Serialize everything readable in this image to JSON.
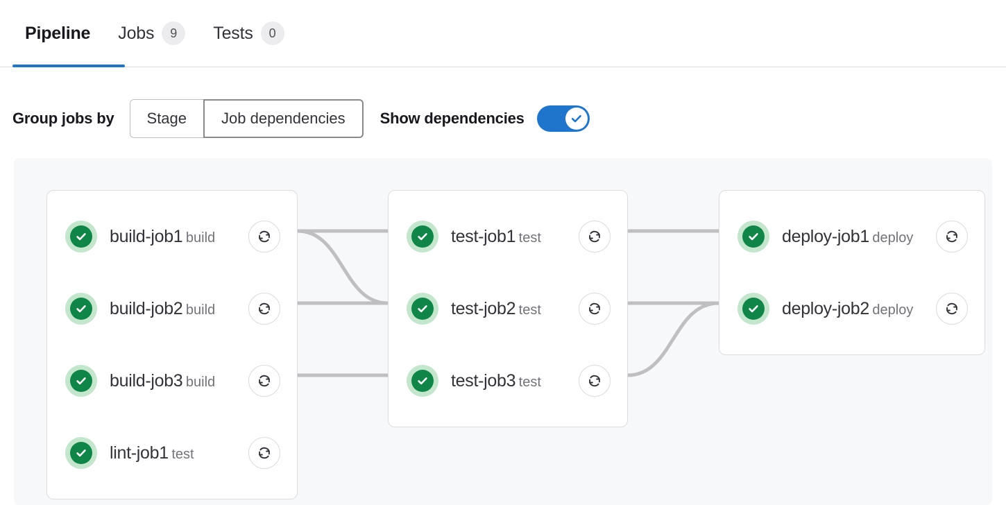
{
  "tabs": [
    {
      "label": "Pipeline",
      "badge": null,
      "active": true,
      "name": "tab-pipeline"
    },
    {
      "label": "Jobs",
      "badge": "9",
      "active": false,
      "name": "tab-jobs"
    },
    {
      "label": "Tests",
      "badge": "0",
      "active": false,
      "name": "tab-tests"
    }
  ],
  "controls": {
    "group_jobs_by_label": "Group jobs by",
    "segmented": [
      {
        "label": "Stage",
        "selected": false
      },
      {
        "label": "Job dependencies",
        "selected": true
      }
    ],
    "show_dependencies_label": "Show dependencies",
    "show_dependencies_on": true
  },
  "colors": {
    "accent": "#1f75cb",
    "success": "#108548",
    "success_light": "#c3e6cd",
    "canvas": "#f7f8fa",
    "edge": "#bfbfc3",
    "border": "#dcdcde"
  },
  "icons": {
    "retry": "retry-icon",
    "status_success": "status-success-icon",
    "toggle_check": "check-icon"
  },
  "columns": [
    {
      "name": "build-column",
      "jobs": [
        {
          "name": "build-job1",
          "stage": "build",
          "status": "success"
        },
        {
          "name": "build-job2",
          "stage": "build",
          "status": "success"
        },
        {
          "name": "build-job3",
          "stage": "build",
          "status": "success"
        },
        {
          "name": "lint-job1",
          "stage": "test",
          "status": "success"
        }
      ]
    },
    {
      "name": "test-column",
      "jobs": [
        {
          "name": "test-job1",
          "stage": "test",
          "status": "success"
        },
        {
          "name": "test-job2",
          "stage": "test",
          "status": "success"
        },
        {
          "name": "test-job3",
          "stage": "test",
          "status": "success"
        }
      ]
    },
    {
      "name": "deploy-column",
      "jobs": [
        {
          "name": "deploy-job1",
          "stage": "deploy",
          "status": "success"
        },
        {
          "name": "deploy-job2",
          "stage": "deploy",
          "status": "success"
        }
      ]
    }
  ]
}
